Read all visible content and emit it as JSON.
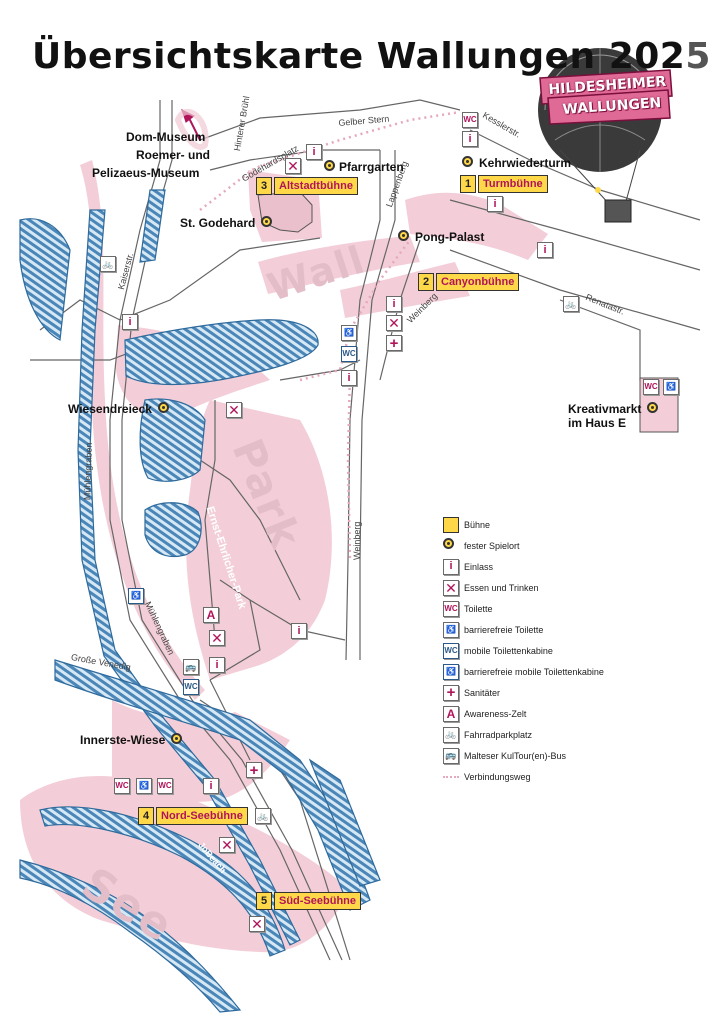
{
  "title": {
    "main": "Übersichtskarte Wallungen 202",
    "tail": "5"
  },
  "logo": {
    "line1": "HILDESHEIMER",
    "line2": "WALLUNGEN"
  },
  "areas": {
    "wall": "Wall",
    "park": "Park",
    "see": "See",
    "park_name": "Ernst-Ehrlicher-Park"
  },
  "places": {
    "dom_museum": "Dom-Museum",
    "roemer": "Roemer- und",
    "pelizaeus": "Pelizaeus-Museum",
    "pfarrgarten": "Pfarrgarten",
    "st_godehard": "St. Godehard",
    "kehrwiederturm": "Kehrwiederturm",
    "pong_palast": "Pong-Palast",
    "wiesendreieck": "Wiesendreieck",
    "kreativmarkt_1": "Kreativmarkt",
    "kreativmarkt_2": "im Haus E",
    "innerste_wiese": "Innerste-Wiese"
  },
  "stages": [
    {
      "num": "3",
      "name": "Altstadtbühne"
    },
    {
      "num": "1",
      "name": "Turmbühne"
    },
    {
      "num": "2",
      "name": "Canyonbühne"
    },
    {
      "num": "4",
      "name": "Nord-Seebühne"
    },
    {
      "num": "5",
      "name": "Süd-Seebühne"
    }
  ],
  "streets": {
    "hinterer_bruehl": "Hinterer Brühl",
    "godehardsplatz": "Godehardsplatz",
    "gelber_stern": "Gelber Stern",
    "kesslerstr": "Kesslerstr.",
    "lappenberg": "Lappenberg",
    "kaiserstr": "Kaiserstr.",
    "renatastr": "Renatastr.",
    "weinberg": "Weinberg",
    "weinberg2": "Weinberg",
    "muehlengraben": "Mühlengraben",
    "muehlengraben2": "Mühlengraben",
    "grosse_venedig": "Große Venedig",
    "jobeach": "JoBeach"
  },
  "icons": {
    "info": "i",
    "wc": "WC",
    "plus": "+",
    "awareness": "A",
    "food": "✕",
    "bike": "🚲",
    "wheelchair": "♿",
    "bus": "🚌"
  },
  "legend": [
    {
      "icon": "stage-swatch",
      "label": "Bühne"
    },
    {
      "icon": "venue-dot",
      "label": "fester Spielort"
    },
    {
      "icon": "info-icon",
      "label": "Einlass"
    },
    {
      "icon": "food-icon",
      "label": "Essen und Trinken"
    },
    {
      "icon": "toilet-icon",
      "label": "Toilette"
    },
    {
      "icon": "accessible-toilet-icon",
      "label": "barrierefreie Toilette"
    },
    {
      "icon": "mobile-toilet-icon",
      "label": "mobile Toilettenkabine"
    },
    {
      "icon": "accessible-mobile-toilet-icon",
      "label": "barrierefreie mobile Toilettenkabine"
    },
    {
      "icon": "first-aid-icon",
      "label": "Sanitäter"
    },
    {
      "icon": "awareness-tent-icon",
      "label": "Awareness-Zelt"
    },
    {
      "icon": "bike-parking-icon",
      "label": "Fahrradparkplatz"
    },
    {
      "icon": "bus-icon",
      "label": "Malteser KulTour(en)-Bus"
    },
    {
      "icon": "connection-path-icon",
      "label": "Verbindungsweg"
    }
  ],
  "colors": {
    "water": "#3f7fb2",
    "water_light": "#cfe3f1",
    "pink_area": "#f1c9d4",
    "pink_text": "#e3bdc8",
    "stage": "#ffd84a",
    "accent": "#b0145a",
    "path": "#e6a8bc"
  }
}
